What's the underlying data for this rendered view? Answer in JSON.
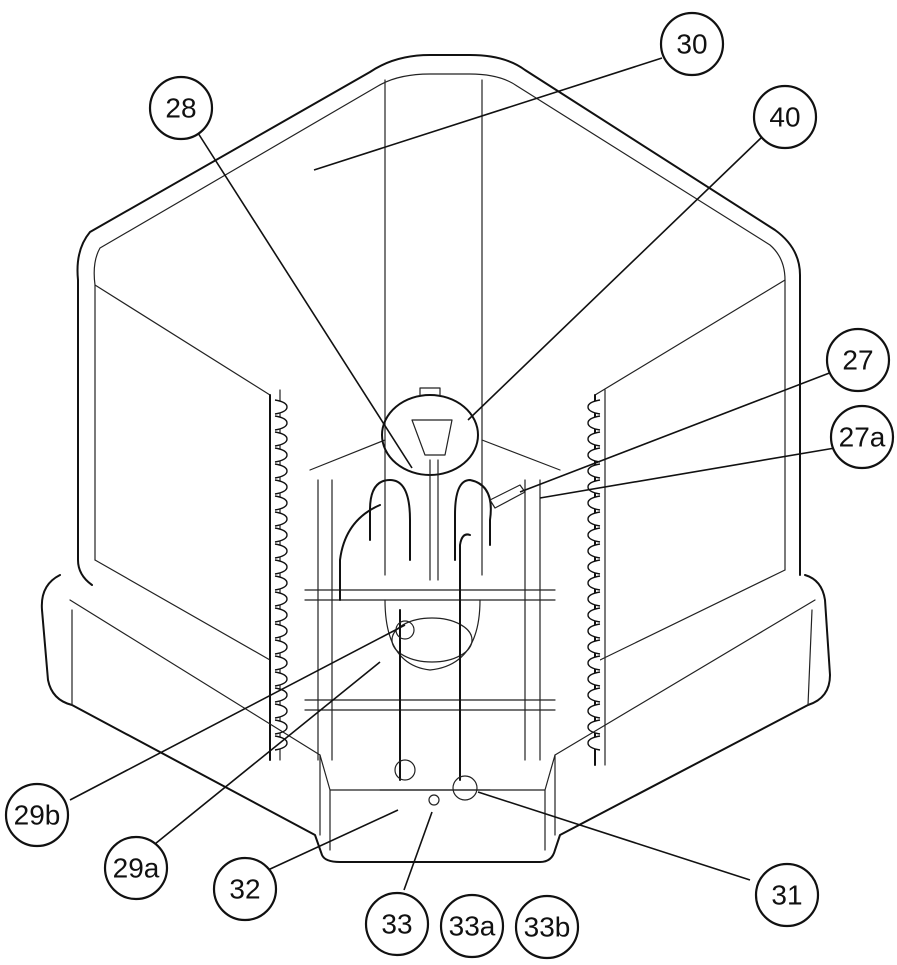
{
  "callouts": [
    {
      "id": "c30",
      "label": "30"
    },
    {
      "id": "c28",
      "label": "28"
    },
    {
      "id": "c40",
      "label": "40"
    },
    {
      "id": "c27",
      "label": "27"
    },
    {
      "id": "c27a",
      "label": "27a"
    },
    {
      "id": "c29b",
      "label": "29b"
    },
    {
      "id": "c29a",
      "label": "29a"
    },
    {
      "id": "c32",
      "label": "32"
    },
    {
      "id": "c31",
      "label": "31"
    },
    {
      "id": "c33",
      "label": "33"
    },
    {
      "id": "c33a",
      "label": "33a"
    },
    {
      "id": "c33b",
      "label": "33b"
    }
  ]
}
